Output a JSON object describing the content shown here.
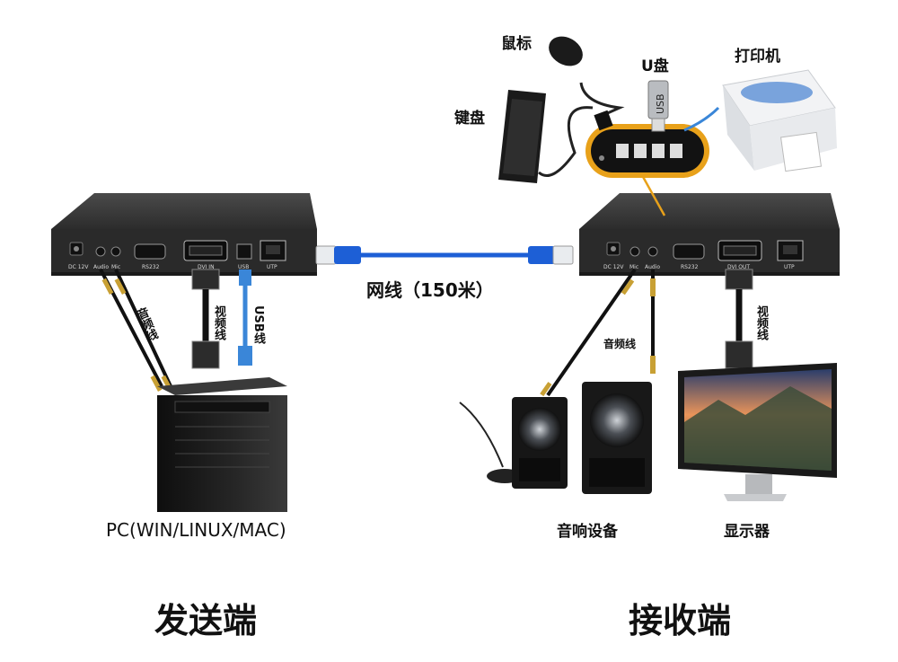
{
  "labels": {
    "mouse": "鼠标",
    "usb_drive": "U盘",
    "printer": "打印机",
    "keyboard": "键盘",
    "network_cable": "网线（150米）",
    "tx_audio_cable": "音频线",
    "tx_video_cable": "视频线",
    "tx_usb_cable": "USB线",
    "rx_audio_cable": "音频线",
    "rx_video_cable": "视频线",
    "pc": "PC(WIN/LINUX/MAC)",
    "speakers": "音响设备",
    "monitor": "显示器",
    "transmitter": "发送端",
    "receiver": "接收端",
    "usb_drive_text": "USB"
  },
  "tx_ports": [
    "DC 12V",
    "Audio",
    "Mic",
    "RS232",
    "DVI IN",
    "USB",
    "UTP"
  ],
  "rx_ports": [
    "DC 12V",
    "Mic",
    "Audio",
    "RS232",
    "DVI OUT",
    "UTP"
  ],
  "colors": {
    "device_body": "#2b2b2b",
    "device_top": "#3a3a3a",
    "hub_orange": "#e8a11a",
    "network_blue": "#1d5fd6",
    "usb_blue": "#3a86d8",
    "text": "#111111"
  }
}
